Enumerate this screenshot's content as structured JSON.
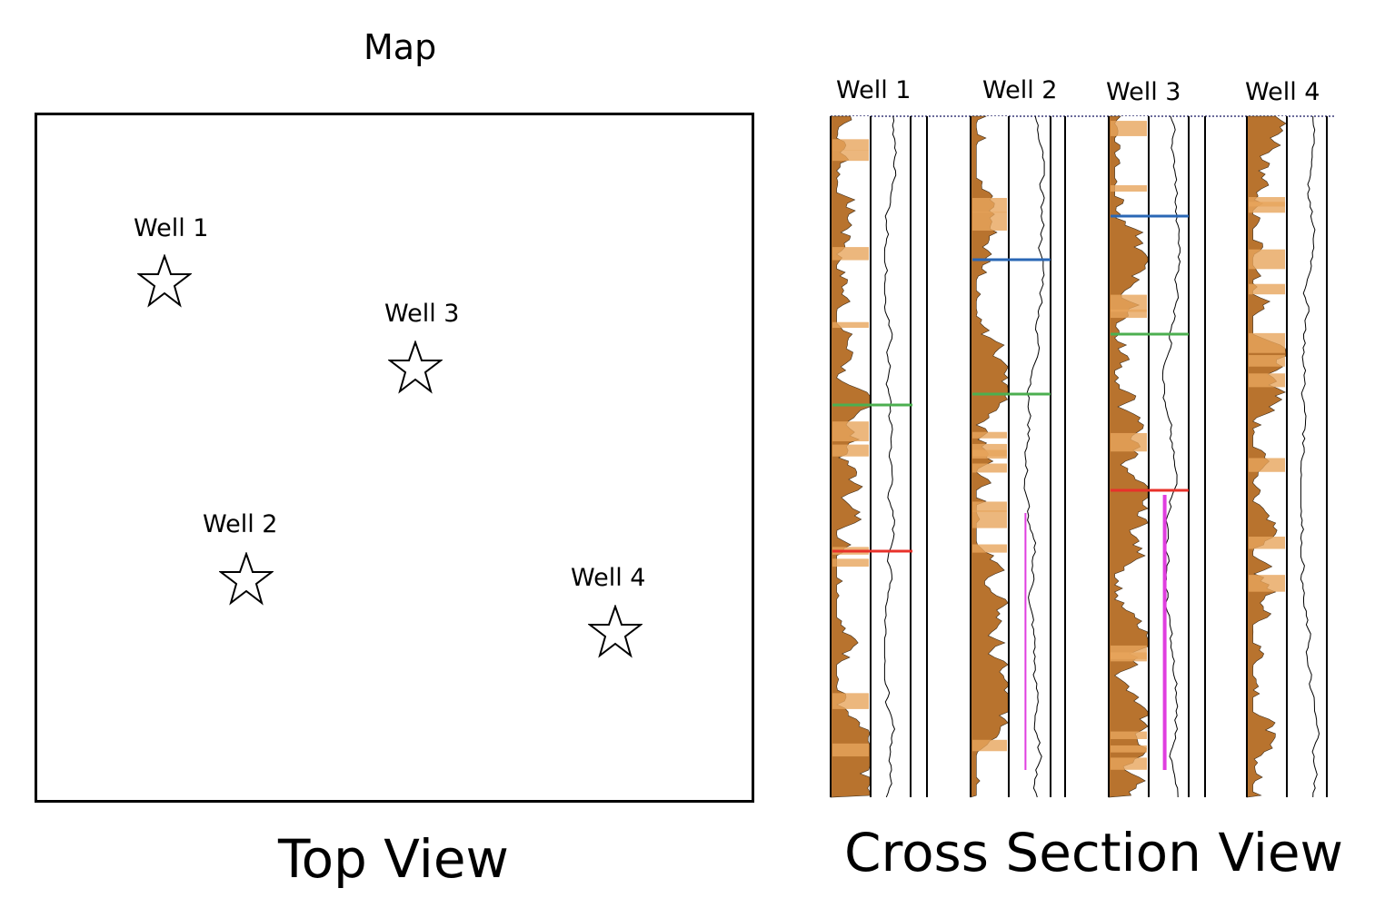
{
  "map": {
    "title": "Map",
    "view_label": "Top View",
    "wells": [
      {
        "label": "Well 1",
        "icon": "star-icon"
      },
      {
        "label": "Well 3",
        "icon": "star-icon"
      },
      {
        "label": "Well 2",
        "icon": "star-icon"
      },
      {
        "label": "Well 4",
        "icon": "star-icon"
      }
    ]
  },
  "cross_section": {
    "view_label": "Cross Section View",
    "wells": [
      {
        "label": "Well 1",
        "markers": [
          "green",
          "red"
        ]
      },
      {
        "label": "Well 2",
        "markers": [
          "blue",
          "green"
        ]
      },
      {
        "label": "Well 3",
        "markers": [
          "blue",
          "green",
          "red"
        ]
      },
      {
        "label": "Well 4",
        "markers": []
      }
    ],
    "colors": {
      "log_fill": "#b8732e",
      "log_fill_light": "#e7a55d",
      "blue_marker": "#2a67b5",
      "green_marker": "#4caf50",
      "red_marker": "#e8312a",
      "pink_curve": "#e03ee0"
    }
  }
}
